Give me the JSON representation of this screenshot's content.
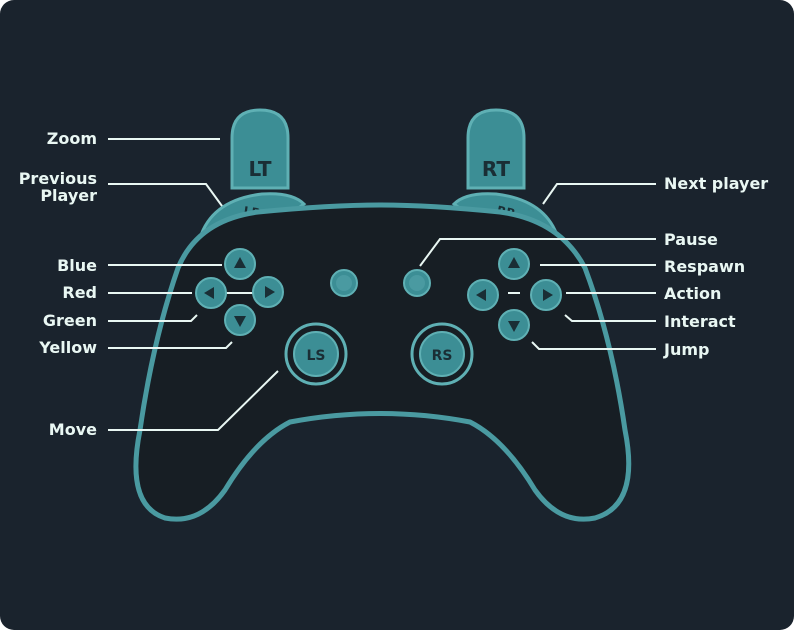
{
  "colors": {
    "background": "#1a232d",
    "controller_body": "#171e24",
    "accent": "#4a9aa1",
    "accent_light": "#5fb0b4",
    "button_fill": "#3c8e95",
    "label_text": "#e9f7f3",
    "line": "#e9f7f3"
  },
  "controller": {
    "buttons": {
      "lt": "LT",
      "rt": "RT",
      "lb": "LB",
      "rb": "RB",
      "ls": "LS",
      "rs": "RS"
    }
  },
  "labels": {
    "zoom": "Zoom",
    "previous_player_line1": "Previous",
    "previous_player_line2": "Player",
    "blue": "Blue",
    "red": "Red",
    "green": "Green",
    "yellow": "Yellow",
    "move": "Move",
    "next_player": "Next player",
    "pause": "Pause",
    "respawn": "Respawn",
    "action": "Action",
    "interact": "Interact",
    "jump": "Jump"
  }
}
